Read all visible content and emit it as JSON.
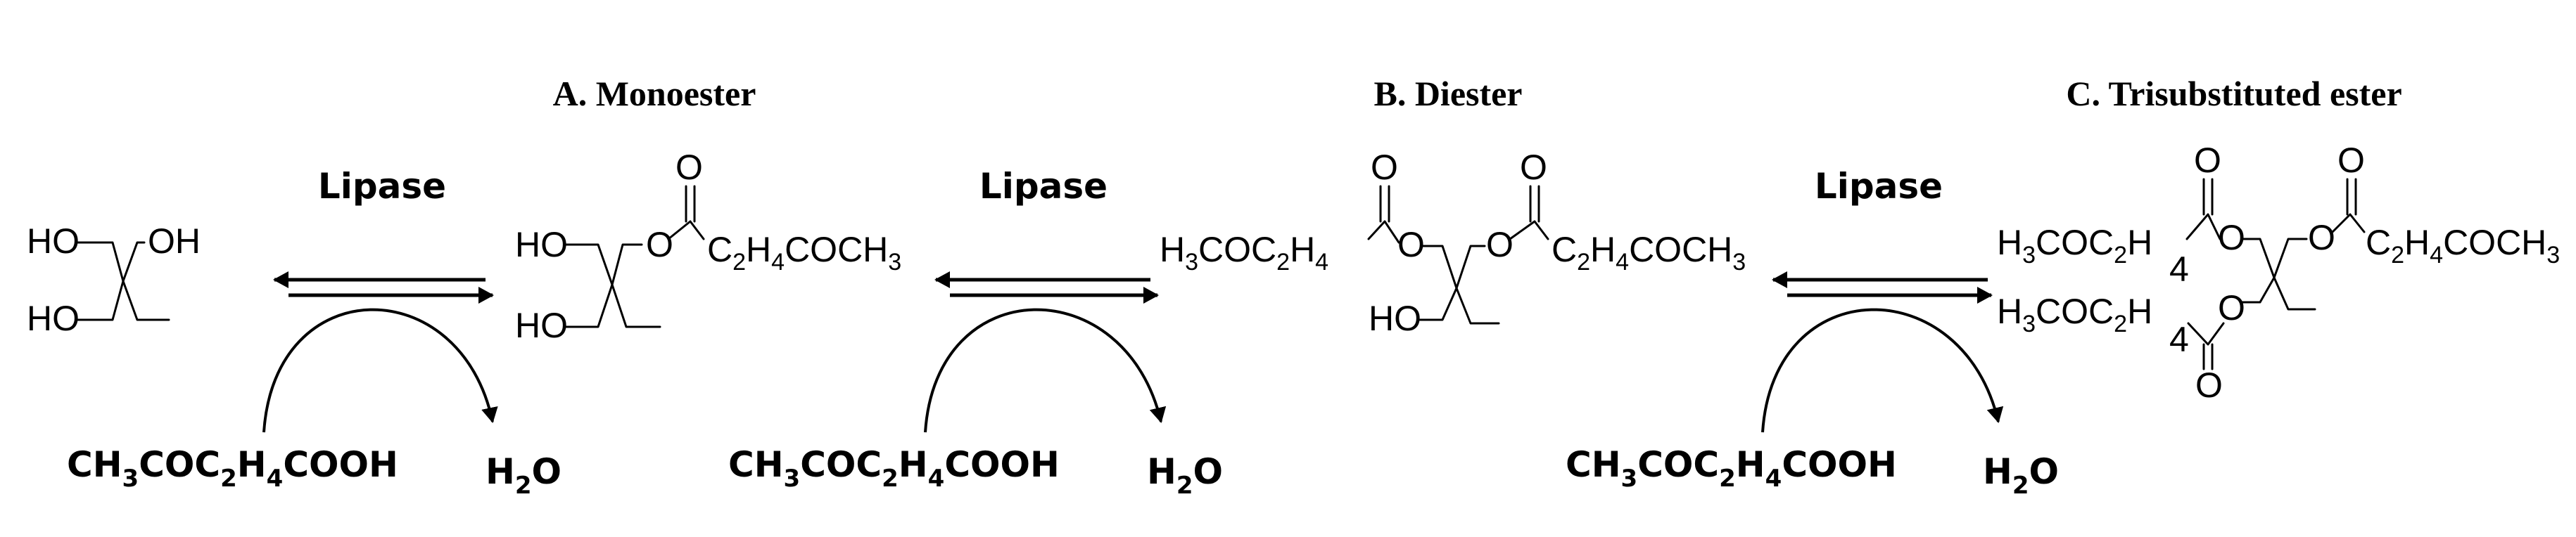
{
  "titles": {
    "a": "A. Monoester",
    "b": "B. Diester",
    "c": "C. Trisubstituted ester"
  },
  "enzyme": "Lipase",
  "reactant": {
    "a": "CH",
    "b": "3",
    "c": "COC",
    "d": "2",
    "e": "H",
    "f": "4",
    "g": "COOH"
  },
  "water": {
    "a": "H",
    "b": "2",
    "c": "O"
  },
  "atoms": {
    "ho": "HO",
    "oh": "OH",
    "o": "O",
    "tail": {
      "a": "C",
      "b": "2",
      "c": "H",
      "d": "4",
      "e": "COCH",
      "f": "3"
    },
    "acyl": {
      "a": "H",
      "b": "3",
      "c": "COC",
      "d": "2",
      "e": "H",
      "f": "4"
    },
    "num4": "4"
  }
}
